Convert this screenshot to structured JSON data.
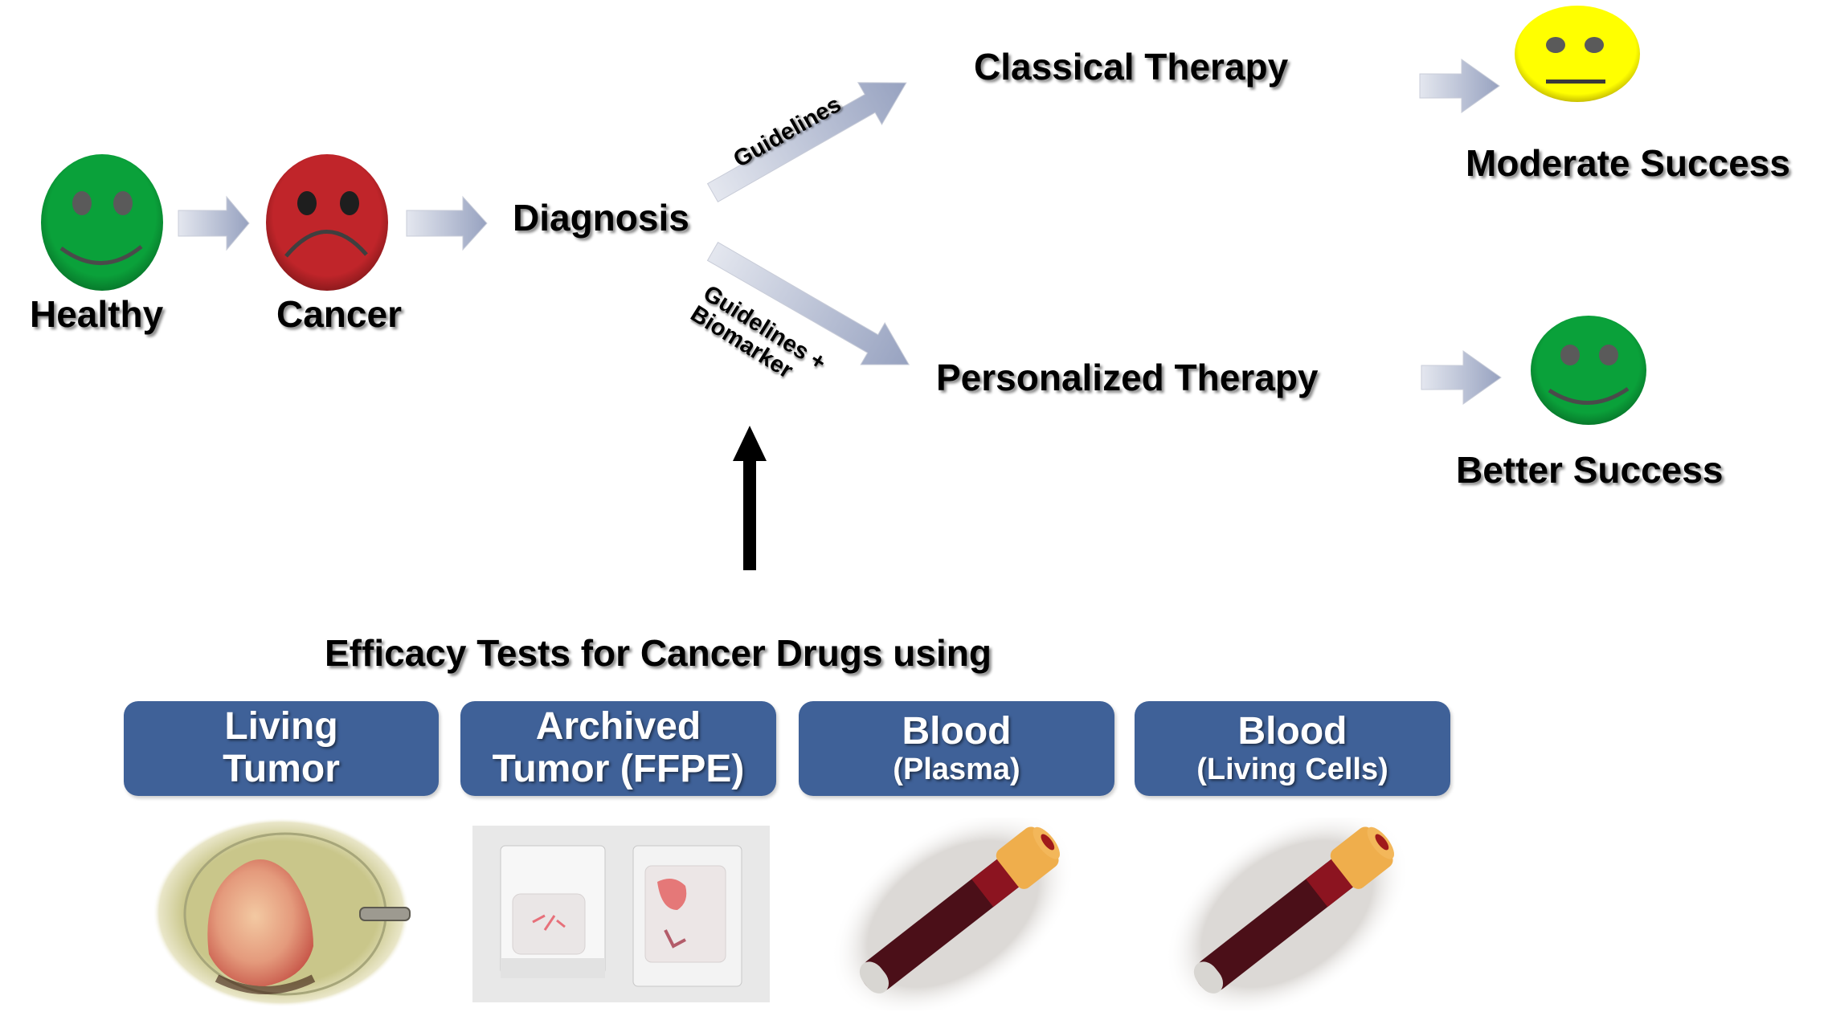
{
  "flow": {
    "healthy": {
      "label": "Healthy",
      "icon": "happy-face-icon",
      "color": "#0aa13a"
    },
    "cancer": {
      "label": "Cancer",
      "icon": "sad-face-icon",
      "color": "#c0252a"
    },
    "diagnosis": {
      "label": "Diagnosis"
    },
    "branch_upper": {
      "arrow_label": "Guidelines",
      "therapy": "Classical Therapy",
      "outcome": "Moderate Success",
      "outcome_icon": "neutral-face-icon",
      "outcome_color": "#ffff00"
    },
    "branch_lower": {
      "arrow_label_line1": "Guidelines +",
      "arrow_label_line2": "Biomarker",
      "therapy": "Personalized Therapy",
      "outcome": "Better Success",
      "outcome_icon": "happy-face-icon",
      "outcome_color": "#0aa13a"
    }
  },
  "tests": {
    "title": "Efficacy Tests for Cancer Drugs using",
    "box_color": "#3f6198",
    "items": [
      {
        "line1": "Living",
        "line2": "Tumor",
        "image": "tumor-tissue-photo"
      },
      {
        "line1": "Archived",
        "line2": "Tumor (FFPE)",
        "image": "ffpe-cassettes-photo"
      },
      {
        "line1": "Blood",
        "line2": "(Plasma)",
        "image": "blood-tube-photo"
      },
      {
        "line1": "Blood",
        "line2": "(Living Cells)",
        "image": "blood-tube-photo"
      }
    ]
  }
}
